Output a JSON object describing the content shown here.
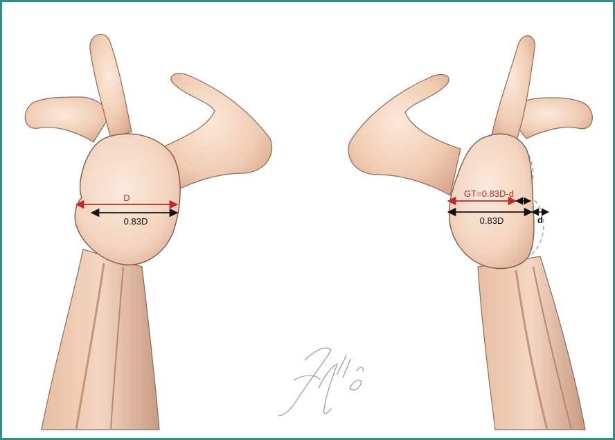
{
  "colors": {
    "border": "#2f8f86",
    "bone_fill": "#f2d2bb",
    "bone_light": "#f8e3d2",
    "bone_shadow": "#c99d86",
    "bone_outline": "#7a5a4a",
    "measure_red": "#c0282b",
    "measure_black": "#111111",
    "dashed_outline": "#9a9a9a"
  },
  "left_panel": {
    "label_D": "D",
    "label_width": "0.83D"
  },
  "right_panel": {
    "label_GT": "GT=0.83D-d",
    "label_width": "0.83D",
    "label_d": "d"
  },
  "signature_icon": "artist-signature",
  "signature_text": "FG Alli 18"
}
